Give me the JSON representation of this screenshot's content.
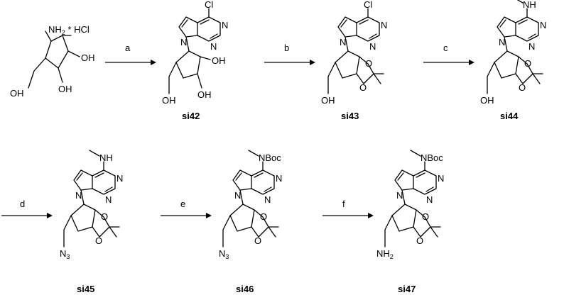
{
  "scheme": {
    "start_material": {
      "amine": "NH",
      "amine_sub": "2",
      "salt": " * HCl",
      "oh_top": "OH",
      "oh_bottom": "OH",
      "oh_left": "OH"
    },
    "steps": [
      {
        "label": "a"
      },
      {
        "label": "b"
      },
      {
        "label": "c"
      },
      {
        "label": "d"
      },
      {
        "label": "e"
      },
      {
        "label": "f"
      }
    ],
    "compounds": [
      {
        "id": "si42",
        "top": "Cl",
        "n_top": "N",
        "n_bottom": "N",
        "n_ring": "N",
        "sub1": "OH",
        "sub2": "OH",
        "tail": "OH"
      },
      {
        "id": "si43",
        "top": "Cl",
        "n_top": "N",
        "n_bottom": "N",
        "n_ring": "N",
        "o1": "O",
        "o2": "O",
        "tail": "OH"
      },
      {
        "id": "si44",
        "top": "NH",
        "n_top": "N",
        "n_bottom": "N",
        "n_ring": "N",
        "o1": "O",
        "o2": "O",
        "tail": "OH"
      },
      {
        "id": "si45",
        "top": "NH",
        "n_top": "N",
        "n_bottom": "N",
        "n_ring": "N",
        "o1": "O",
        "o2": "O",
        "tail": "N",
        "tail_sub": "3"
      },
      {
        "id": "si46",
        "top": "NBoc",
        "n_top": "N",
        "n_bottom": "N",
        "n_ring": "N",
        "o1": "O",
        "o2": "O",
        "tail": "N",
        "tail_sub": "3"
      },
      {
        "id": "si47",
        "top": "NBoc",
        "n_top": "N",
        "n_bottom": "N",
        "n_ring": "N",
        "o1": "O",
        "o2": "O",
        "tail": "NH",
        "tail_sub": "2"
      }
    ]
  }
}
